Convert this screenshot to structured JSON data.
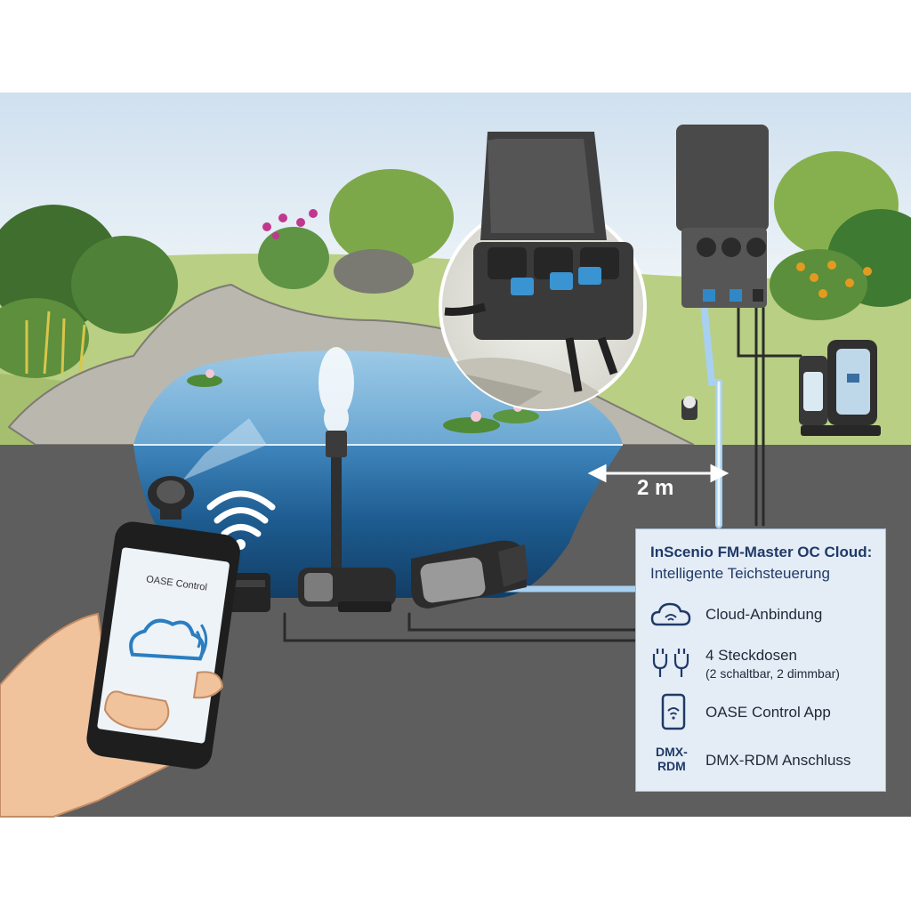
{
  "diagram": {
    "distance_label": "2 m",
    "phone_screen_label": "OASE Control",
    "info_panel": {
      "title": "InScenio FM-Master OC Cloud:",
      "subtitle": "Intelligente Teichsteuerung",
      "features": [
        {
          "icon": "cloud-wifi-icon",
          "label": "Cloud-Anbindung",
          "sublabel": ""
        },
        {
          "icon": "power-plug-icon",
          "label": "4 Steckdosen",
          "sublabel": "(2 schaltbar, 2 dimmbar)"
        },
        {
          "icon": "smartphone-wifi-icon",
          "label": "OASE Control App",
          "sublabel": ""
        },
        {
          "icon": "dmx-rdm-text-icon",
          "icon_text": "DMX-RDM",
          "label": "DMX-RDM Anschluss",
          "sublabel": ""
        }
      ]
    },
    "colors": {
      "sky": "#dde9f3",
      "grass": "#b7cf7f",
      "ground": "#5f5f5f",
      "water_surface": "#a9d4ef",
      "water_deep": "#1e5f93",
      "panel_text": "#203a68",
      "cable_blue": "#a8d0f0"
    }
  }
}
